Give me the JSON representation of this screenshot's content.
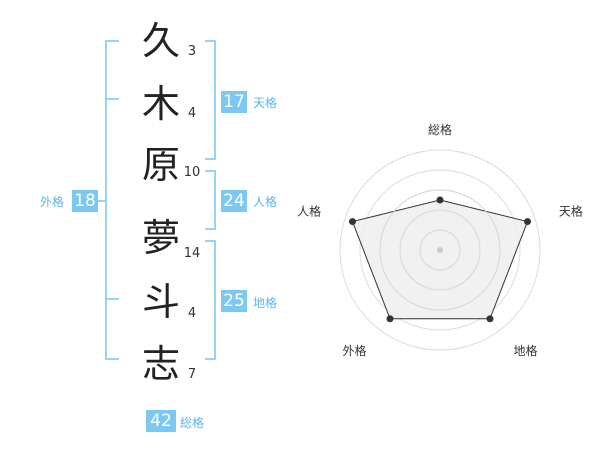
{
  "name": {
    "characters": [
      {
        "char": "久",
        "strokes": "3"
      },
      {
        "char": "木",
        "strokes": "4"
      },
      {
        "char": "原",
        "strokes": "10"
      },
      {
        "char": "夢",
        "strokes": "14"
      },
      {
        "char": "斗",
        "strokes": "4"
      },
      {
        "char": "志",
        "strokes": "7"
      }
    ]
  },
  "kakusu": {
    "tenkaku": {
      "value": "17",
      "label": "天格"
    },
    "jinkaku": {
      "value": "24",
      "label": "人格"
    },
    "chikaku": {
      "value": "25",
      "label": "地格"
    },
    "gaikaku": {
      "value": "18",
      "label": "外格"
    },
    "soukaku": {
      "value": "42",
      "label": "総格"
    }
  },
  "radar": {
    "axes": [
      "総格",
      "天格",
      "地格",
      "外格",
      "人格"
    ],
    "values": [
      0.5,
      0.92,
      0.85,
      0.85,
      0.92
    ],
    "rings": 4
  },
  "colors": {
    "accent": "#7cc8f2",
    "label_blue": "#5bb7ec",
    "line": "#9ad4f5",
    "radar_fill": "#eeeeee",
    "radar_stroke": "#333333"
  }
}
